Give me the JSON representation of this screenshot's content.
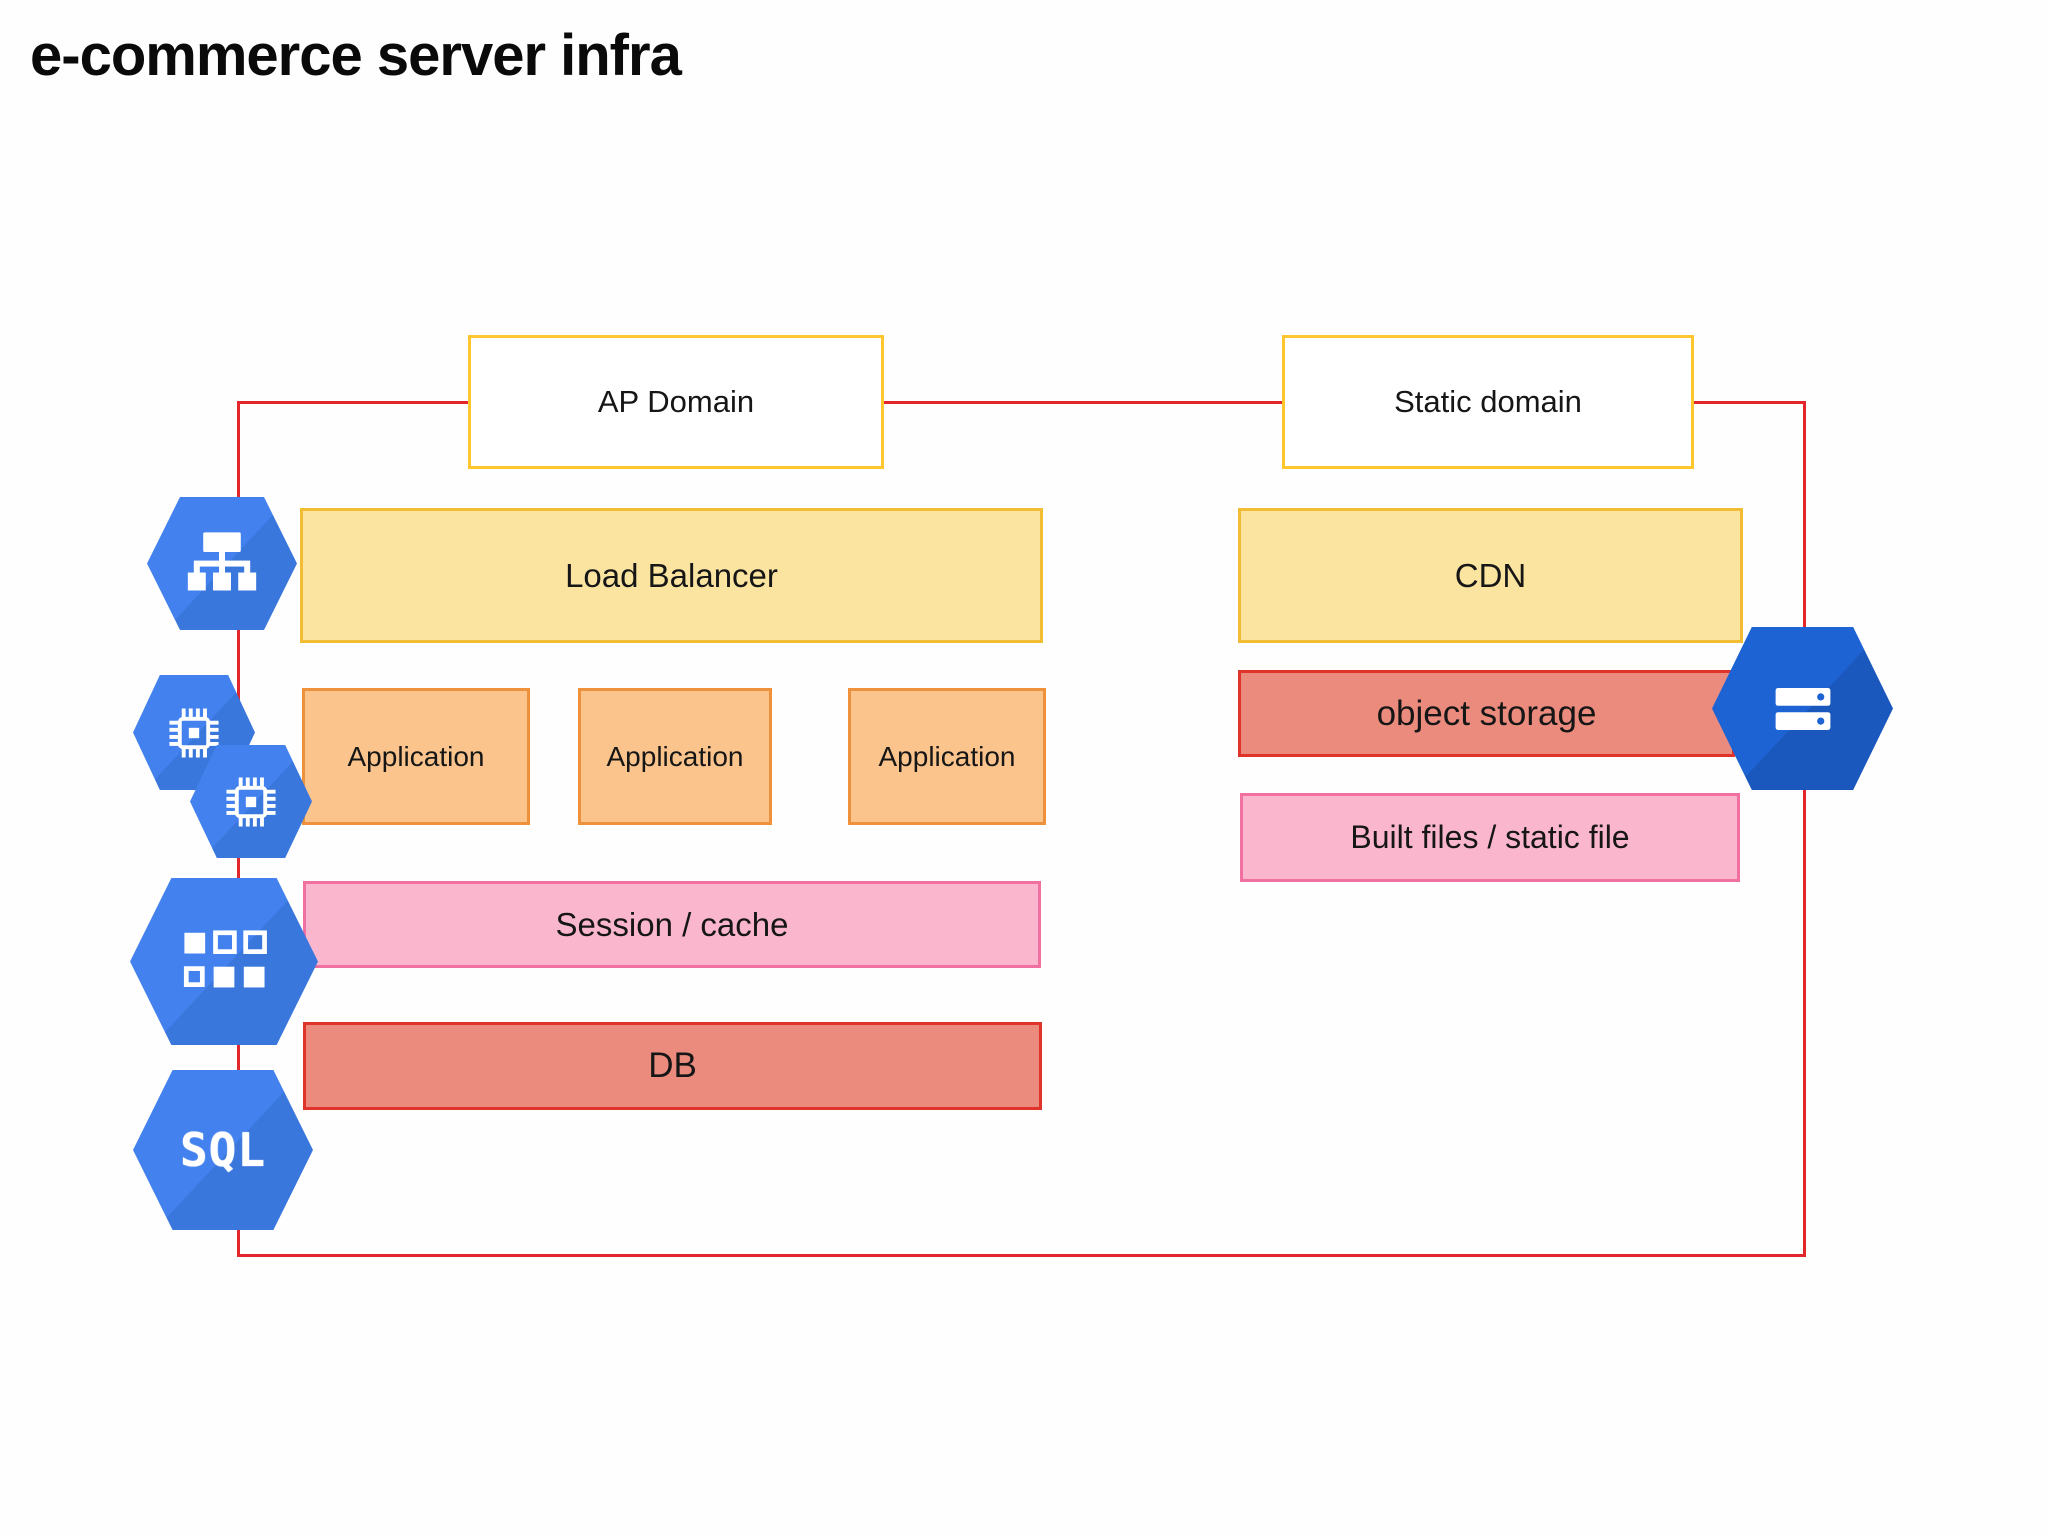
{
  "title": "e-commerce server infra",
  "domains": {
    "ap": "AP Domain",
    "static": "Static domain"
  },
  "ap_stack": {
    "load_balancer": "Load Balancer",
    "applications": [
      "Application",
      "Application",
      "Application"
    ],
    "session_cache": "Session / cache",
    "db": "DB"
  },
  "static_stack": {
    "cdn": "CDN",
    "object_storage": "object storage",
    "built_files": "Built files / static file"
  },
  "icons": {
    "load_balancer": "network-tree-icon",
    "compute_1": "cpu-chip-icon",
    "compute_2": "cpu-chip-icon",
    "app_grid": "squares-grid-icon",
    "sql_label": "SQL",
    "storage": "storage-bars-icon"
  },
  "colors": {
    "red_line": "#e2262b",
    "domain_border": "#ffc62e",
    "yellow_fill": "#fbe4a0",
    "yellow_border": "#f3bc35",
    "orange_fill": "#fac48c",
    "orange_border": "#ef903b",
    "pink_fill": "#f9b6cd",
    "pink_border": "#f0709f",
    "salmon_fill": "#eb8b7e",
    "salmon_border": "#e0342b",
    "hex_blue": "#4382ee",
    "hex_blue_shadow": "#3a77dd",
    "hex_blue_dark": "#1d63d3",
    "hex_blue_darker": "#1a58bd"
  }
}
